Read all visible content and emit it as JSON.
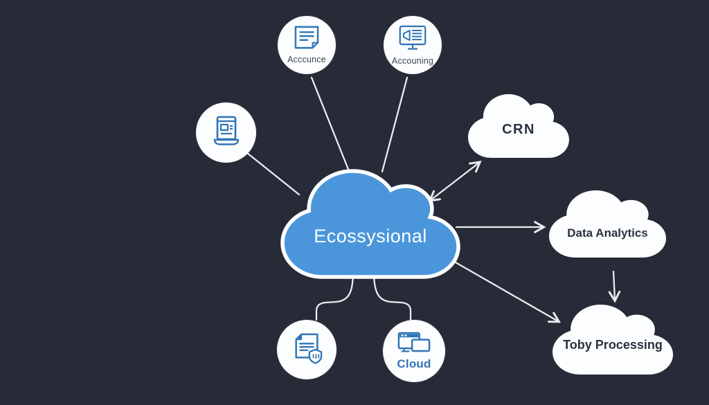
{
  "diagram": {
    "center_cloud": {
      "label": "Ecossysional"
    },
    "clouds": {
      "crn": {
        "label": "CRN"
      },
      "data_analytics": {
        "label": "Data Analytics"
      },
      "toby_processing": {
        "label": "Toby Processing"
      }
    },
    "circles": {
      "top_left": {
        "label": "Acccunce",
        "icon": "document-note-icon"
      },
      "top_right": {
        "label": "Accouning",
        "icon": "monitor-announcement-icon"
      },
      "left": {
        "label": "",
        "icon": "tablet-document-icon"
      },
      "bottom_left": {
        "label": "",
        "icon": "document-hand-icon"
      },
      "bottom_right": {
        "label": "Cloud",
        "icon": "devices-cloud-icon"
      }
    },
    "colors": {
      "background": "#272b38",
      "cloud_blue": "#4b96db",
      "icon_blue": "#2e75b6",
      "label_dark": "#3f4553",
      "connector": "#e9ebef",
      "node_white": "#fcfdfe"
    }
  }
}
